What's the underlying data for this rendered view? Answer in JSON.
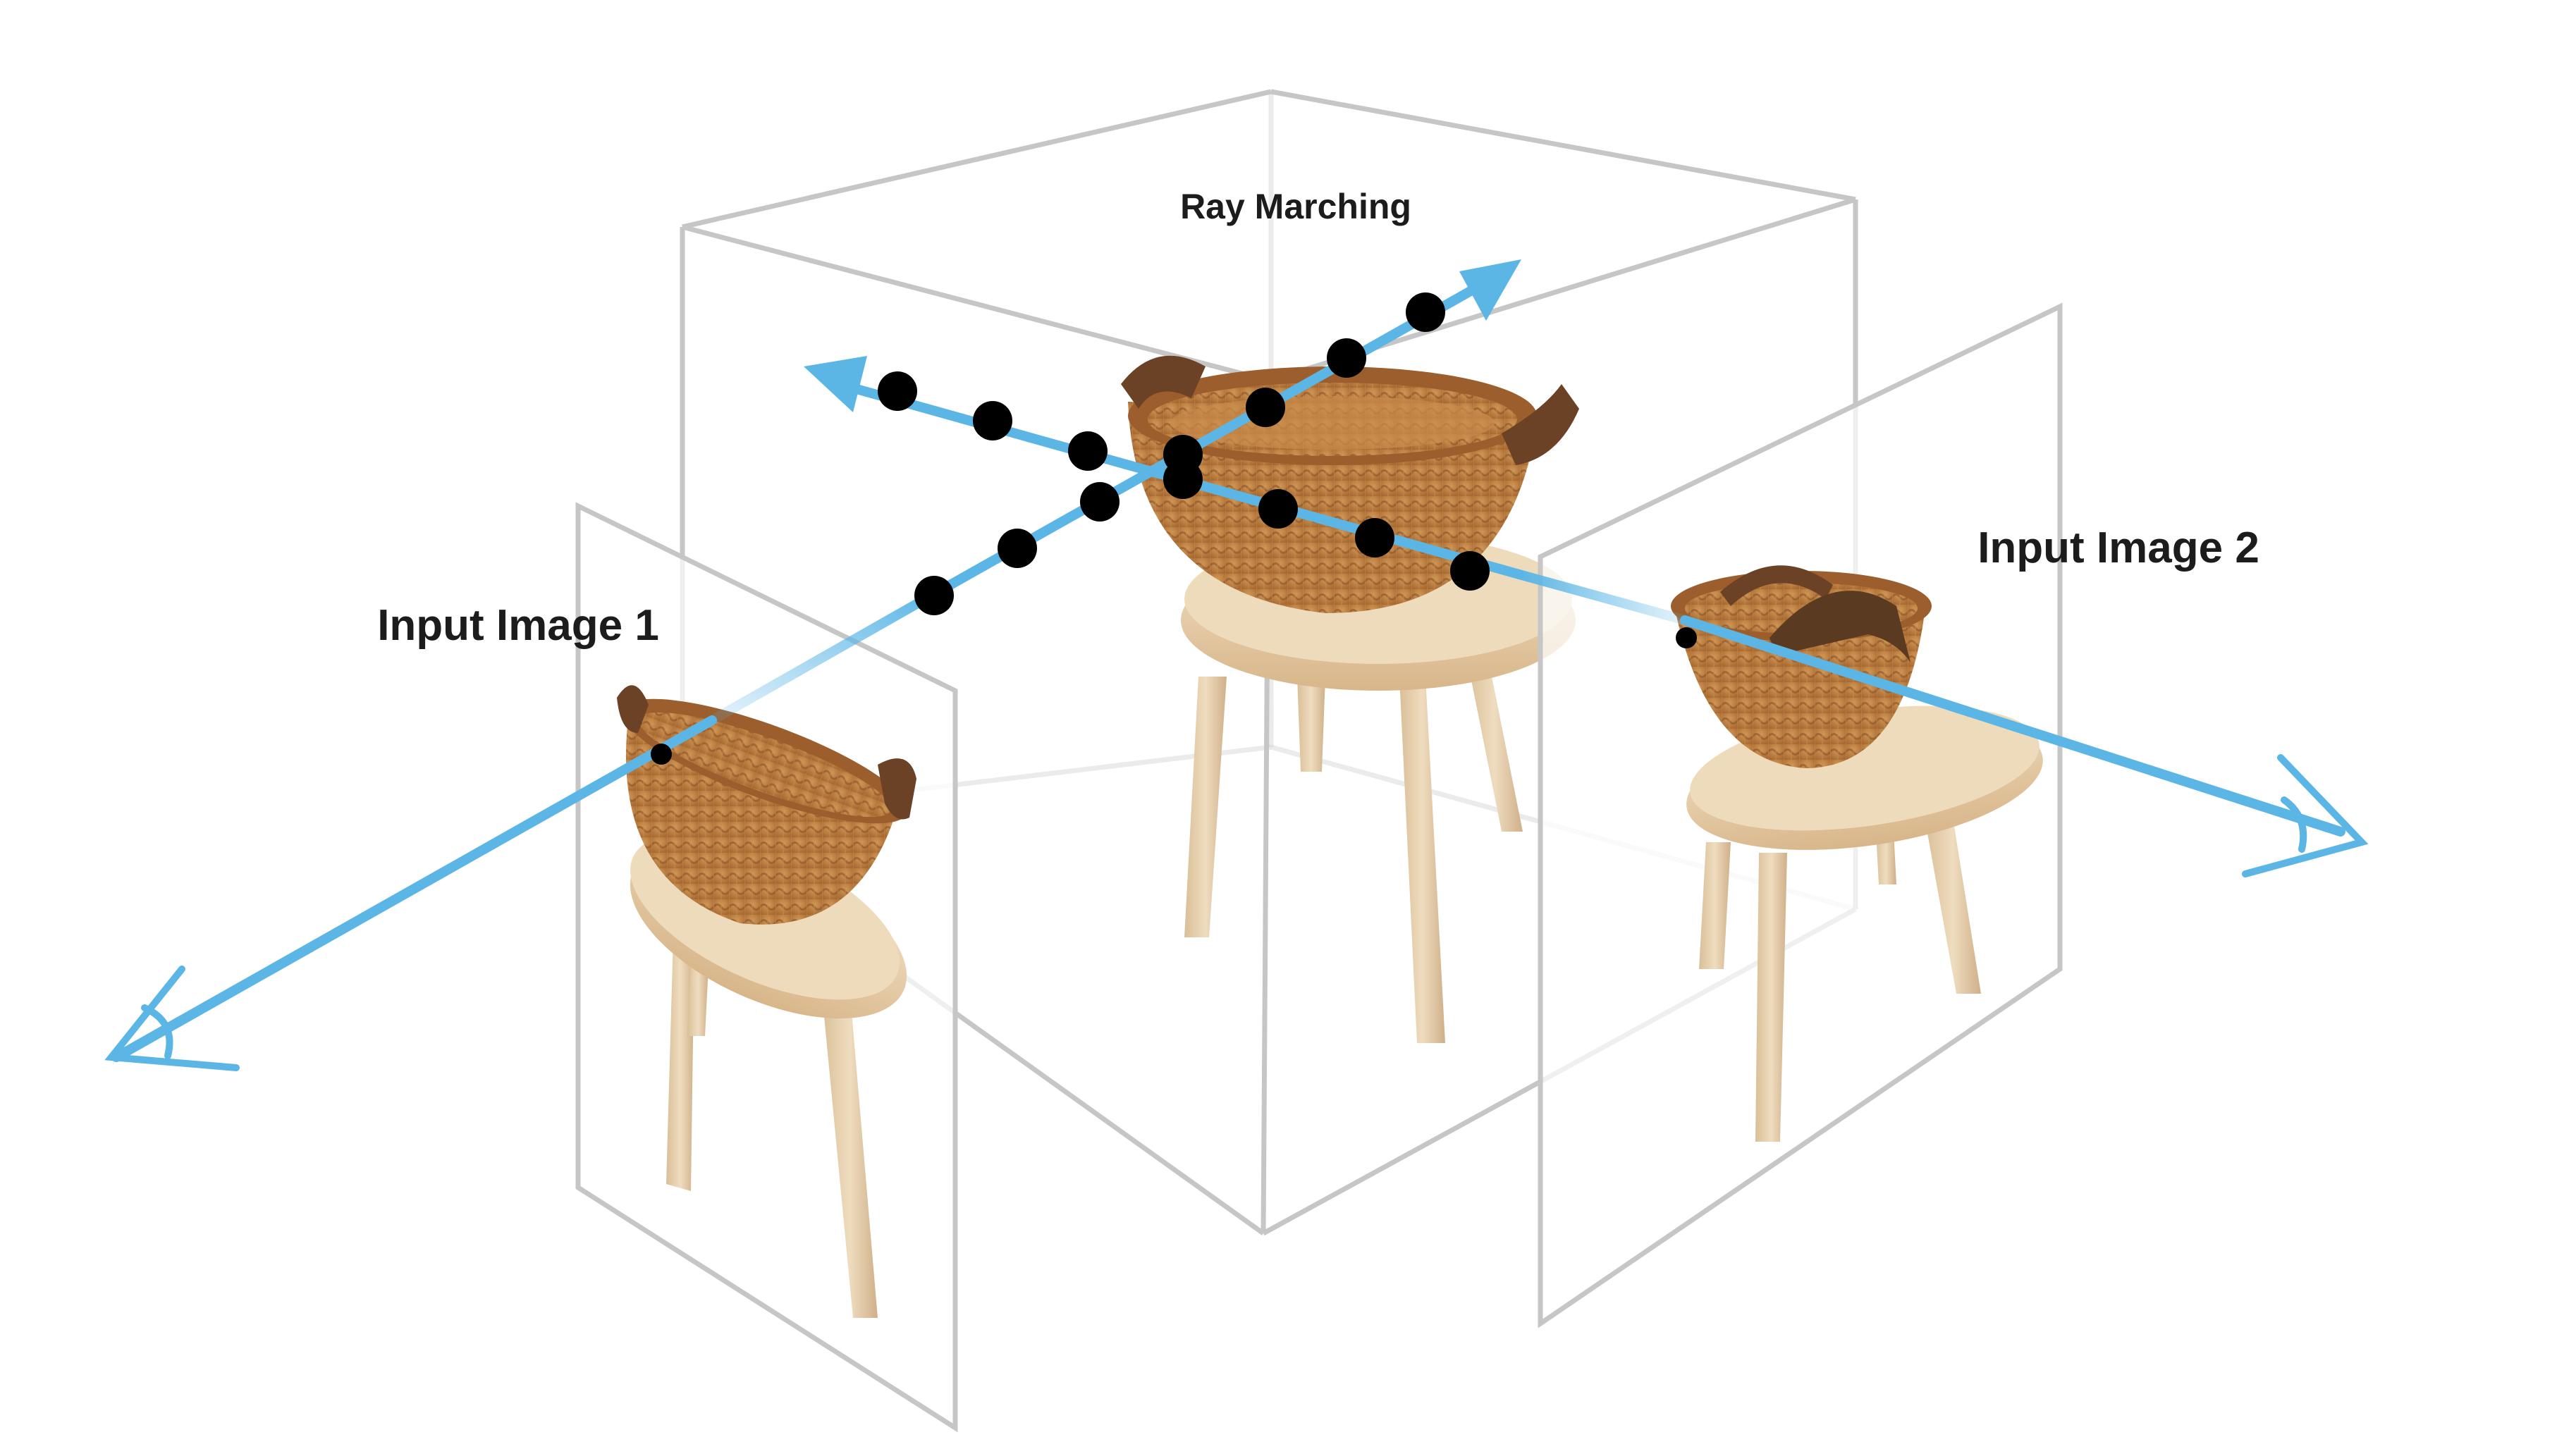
{
  "labels": {
    "ray_marching": "Ray Marching",
    "input_image_1": "Input Image 1",
    "input_image_2": "Input Image 2"
  },
  "colors": {
    "ray": "#5bb6e6",
    "box": "#c6c6c6",
    "sample": "#000000",
    "wicker": "#b87a3e",
    "wicker_dark": "#8a5226",
    "handle": "#6b4226",
    "wood": "#e2c79f",
    "wood_light": "#eedbbc",
    "wood_dark": "#c9a678"
  },
  "icons": [
    "camera-eye-icon-left",
    "camera-eye-icon-right",
    "ray-arrow-head"
  ]
}
